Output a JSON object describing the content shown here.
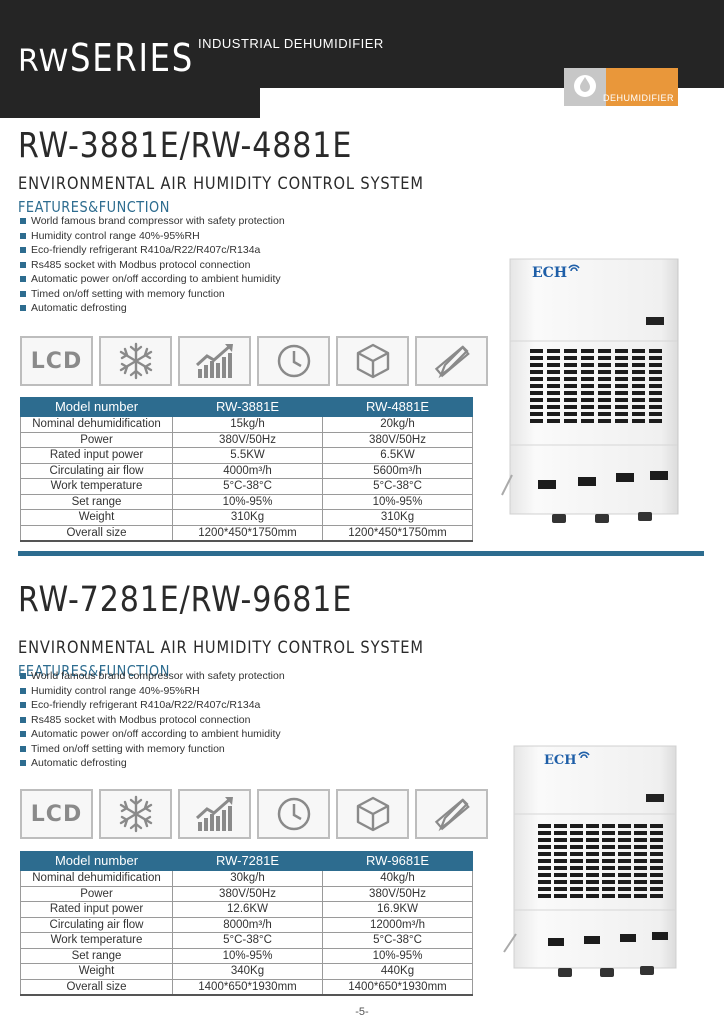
{
  "header": {
    "series_prefix": "RW",
    "series_word": "SERIES",
    "category": "INDUSTRIAL DEHUMIDIFIER",
    "badge_label": "DEHUMIDIFIER",
    "badge_icon": "water-drop-icon",
    "accent_color": "#2d6c8f",
    "badge_color": "#e9973a"
  },
  "icons": [
    "lcd-icon",
    "snowflake-icon",
    "growth-chart-icon",
    "clock-icon",
    "cube-icon",
    "pencil-ruler-icon"
  ],
  "icon_lcd_text": "LCD",
  "sections": [
    {
      "model_title": "RW-3881E/RW-4881E",
      "subtitle": "ENVIRONMENTAL AIR HUMIDITY CONTROL SYSTEM",
      "features_title": "FEATURES&FUNCTION",
      "features": [
        "World famous brand compressor with safety protection",
        "Humidity control range 40%-95%RH",
        "Eco-friendly refrigerant R410a/R22/R407c/R134a",
        "Rs485 socket with Modbus protocol connection",
        "Automatic power on/off according to ambient humidity",
        "Timed on/off setting with memory function",
        "Automatic defrosting"
      ],
      "table": {
        "headers": [
          "Model number",
          "RW-3881E",
          "RW-4881E"
        ],
        "rows": [
          [
            "Nominal dehumidification",
            "15kg/h",
            "20kg/h"
          ],
          [
            "Power",
            "380V/50Hz",
            "380V/50Hz"
          ],
          [
            "Rated input power",
            "5.5KW",
            "6.5KW"
          ],
          [
            "Circulating air flow",
            "4000m³/h",
            "5600m³/h"
          ],
          [
            "Work temperature",
            "5°C-38°C",
            "5°C-38°C"
          ],
          [
            "Set range",
            "10%-95%",
            "10%-95%"
          ],
          [
            "Weight",
            "310Kg",
            "310Kg"
          ],
          [
            "Overall size",
            "1200*450*1750mm",
            "1200*450*1750mm"
          ]
        ]
      },
      "brand": "ECH"
    },
    {
      "model_title": "RW-7281E/RW-9681E",
      "subtitle": "ENVIRONMENTAL AIR HUMIDITY CONTROL SYSTEM",
      "features_title": "FEATURES&FUNCTION",
      "features": [
        "World famous brand compressor with safety protection",
        "Humidity control range 40%-95%RH",
        "Eco-friendly refrigerant R410a/R22/R407c/R134a",
        "Rs485 socket with Modbus protocol connection",
        "Automatic power on/off according to ambient humidity",
        "Timed on/off setting with memory function",
        "Automatic defrosting"
      ],
      "table": {
        "headers": [
          "Model number",
          "RW-7281E",
          "RW-9681E"
        ],
        "rows": [
          [
            "Nominal dehumidification",
            "30kg/h",
            "40kg/h"
          ],
          [
            "Power",
            "380V/50Hz",
            "380V/50Hz"
          ],
          [
            "Rated input power",
            "12.6KW",
            "16.9KW"
          ],
          [
            "Circulating air flow",
            "8000m³/h",
            "12000m³/h"
          ],
          [
            "Work temperature",
            "5°C-38°C",
            "5°C-38°C"
          ],
          [
            "Set range",
            "10%-95%",
            "10%-95%"
          ],
          [
            "Weight",
            "340Kg",
            "440Kg"
          ],
          [
            "Overall size",
            "1400*650*1930mm",
            "1400*650*1930mm"
          ]
        ]
      },
      "brand": "ECH"
    }
  ],
  "page_number": "-5-"
}
